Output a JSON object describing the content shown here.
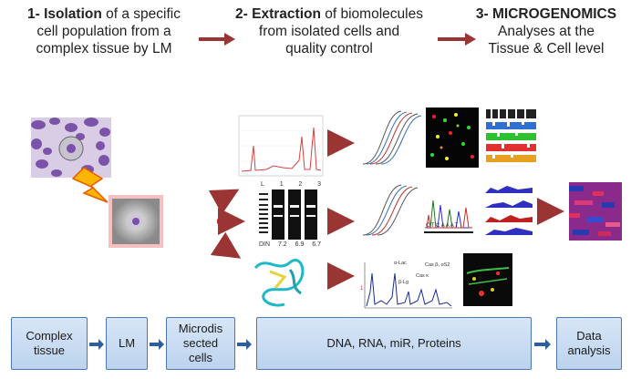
{
  "steps": [
    {
      "bold": "1- Isolation",
      "rest1": " of a specific",
      "line2": "cell population from a",
      "line3": "complex tissue by LM"
    },
    {
      "bold": "2- Extraction",
      "rest1": " of biomolecules",
      "line2": "from isolated cells and",
      "line3": "quality control"
    },
    {
      "bold": "3- MICROGENOMICS",
      "line2": "Analyses at the",
      "line3": "Tissue  & Cell level"
    }
  ],
  "workflow": [
    {
      "line1": "Complex",
      "line2": "tissue"
    },
    {
      "line1": "LM"
    },
    {
      "line1": "Microdis",
      "line2": "sected",
      "line3": "cells"
    },
    {
      "line1": "DNA, RNA, miR, Proteins"
    },
    {
      "line1": "Data",
      "line2": "analysis"
    }
  ],
  "gel_labels": {
    "lanes": [
      "L",
      "1",
      "2",
      "3"
    ],
    "bottom": [
      "DIN",
      "7.2",
      "6.9",
      "6.7"
    ]
  },
  "seq_letters": "C T C A A A T",
  "peak_labels": [
    "α-Lac",
    "β-Lg",
    "Cas κ",
    "Cas β, αS2"
  ],
  "colors": {
    "arrow": "#9b3533",
    "box_border": "#4d78ad",
    "box_fill": "#c9dbf1"
  }
}
